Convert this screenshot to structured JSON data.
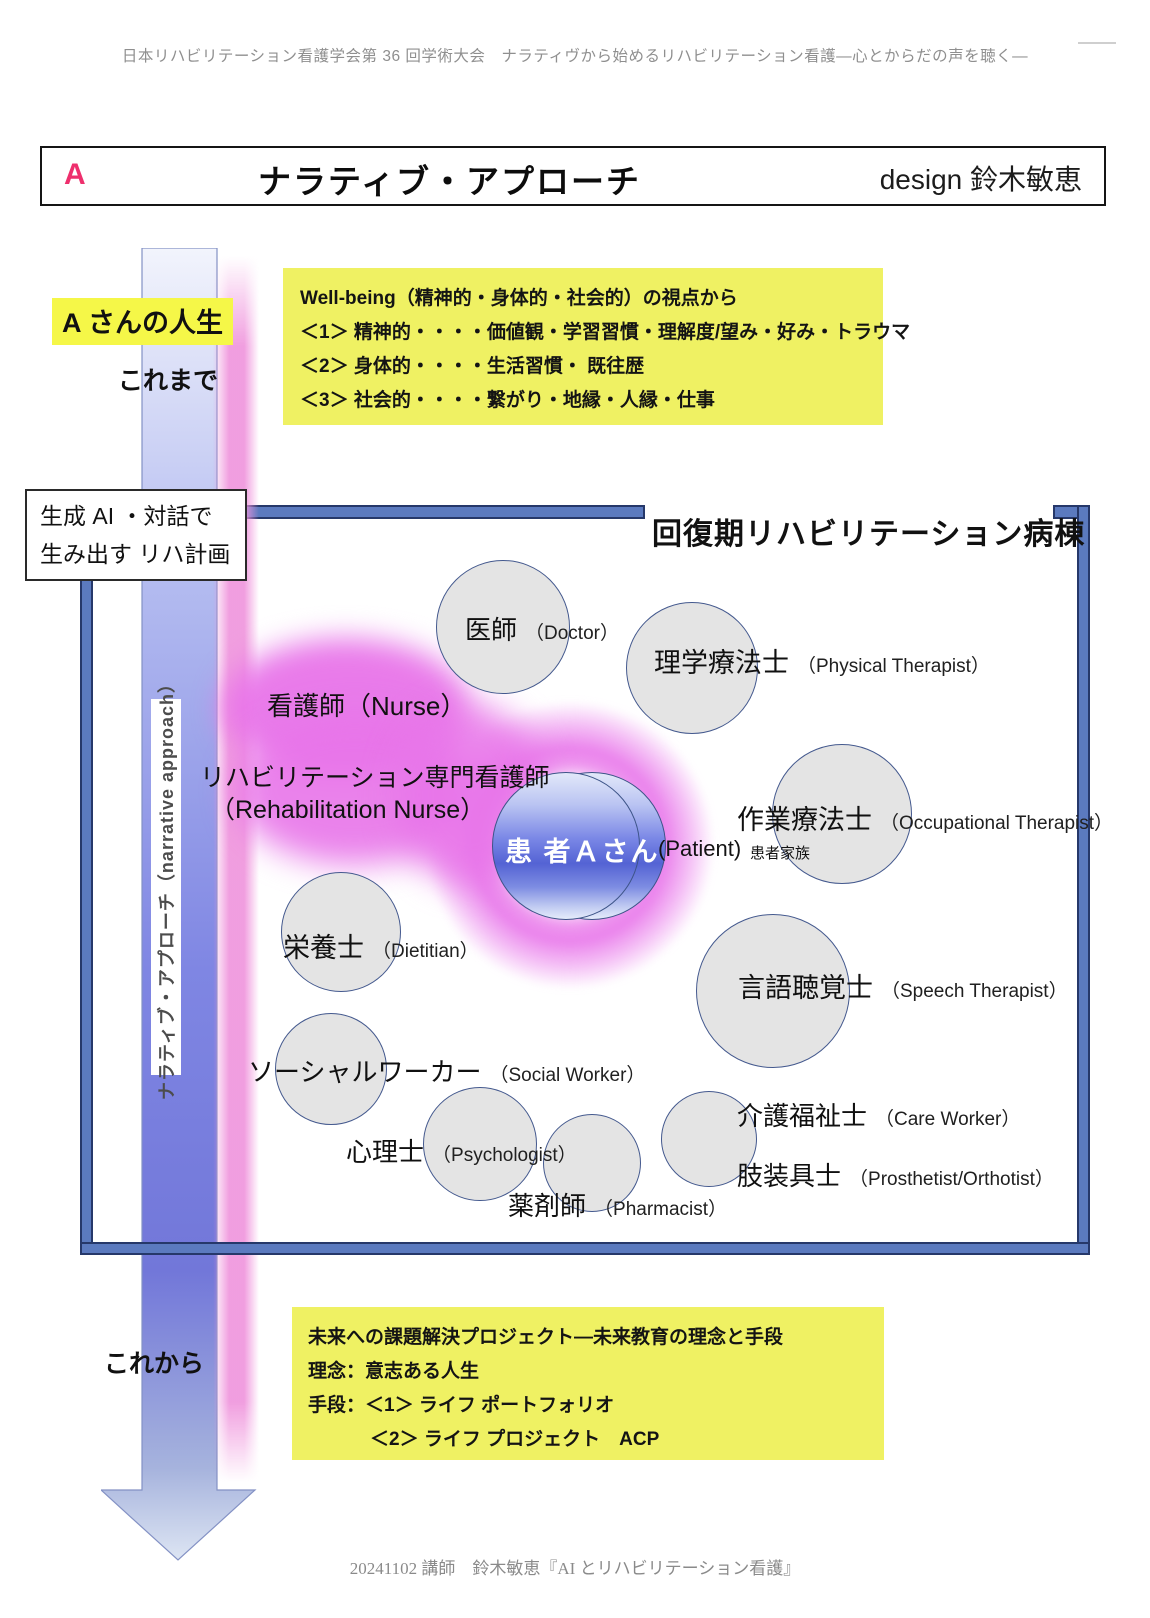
{
  "page": {
    "header_line": "日本リハビリテーション看護学会第 36 回学術大会　ナラティヴから始めるリハビリテーション看護―心とからだの声を聴く―",
    "footer_line": "20241102 講師　鈴木敏恵『AI とリハビリテーション看護』"
  },
  "title_bar": {
    "badge": "A",
    "title": "ナラティブ・アプローチ",
    "credit": "design  鈴木敏恵"
  },
  "timeline": {
    "life_label": "A さんの人生",
    "past_label": "これまで",
    "future_label": "これから",
    "arrow_label": "ナラティブ・アプローチ（narrative approach）"
  },
  "wellbeing_box": {
    "lines": [
      "Well-being（精神的・身体的・社会的）の視点から",
      "＜1＞ 精神的・・・・価値観・学習習慣・理解度/望み・好み・トラウマ",
      "＜2＞ 身体的・・・・生活習慣・ 既往歴",
      "＜3＞ 社会的・・・・繋がり・地縁・人縁・仕事"
    ]
  },
  "ai_plan_box": {
    "line1": "生成 AI ・対話で",
    "line2": "生み出す リハ計画"
  },
  "ward": {
    "title": "回復期リハビリテーション病棟"
  },
  "nurse_group": {
    "nurse": "看護師（Nurse）",
    "rehab_line1": "リハビリテーション専門看護師",
    "rehab_line2": "（Rehabilitation Nurse）"
  },
  "patient": {
    "name": "患 者Ａさん",
    "en": "(Patient)",
    "family": "患者家族"
  },
  "staff": [
    {
      "id": "doctor",
      "jp": "医師",
      "en": "（Doctor）"
    },
    {
      "id": "physical-therapist",
      "jp": "理学療法士",
      "en": "（Physical Therapist）"
    },
    {
      "id": "occupational-therapist",
      "jp": "作業療法士",
      "en": "（Occupational Therapist）"
    },
    {
      "id": "dietitian",
      "jp": "栄養士",
      "en": "（Dietitian）"
    },
    {
      "id": "speech-therapist",
      "jp": "言語聴覚士",
      "en": "（Speech Therapist）"
    },
    {
      "id": "social-worker",
      "jp": "ソーシャルワーカー",
      "en": "（Social Worker）"
    },
    {
      "id": "psychologist",
      "jp": "心理士",
      "en": "（Psychologist）"
    },
    {
      "id": "pharmacist",
      "jp": "薬剤師",
      "en": "（Pharmacist）"
    },
    {
      "id": "care-worker",
      "jp": "介護福祉士",
      "en": "（Care Worker）"
    },
    {
      "id": "prosthetist-orthotist",
      "jp": "肢装具士",
      "en": "（Prosthetist/Orthotist）"
    }
  ],
  "future_box": {
    "lines": [
      "未来への課題解決プロジェクト―未来教育の理念と手段",
      "理念：意志ある人生",
      "手段：＜1＞ ライフ ポートフォリオ",
      "＜2＞ ライフ プロジェクト　ACP"
    ]
  },
  "colors": {
    "accent_pink": "#ee2f6d",
    "highlight_yellow": "#f5f748",
    "note_yellow": "#eff163",
    "frame_blue": "#5b7abf",
    "arrow_blue": "#7f86e3",
    "blob_magenta": "#e874ea",
    "patient_blue": "#5463d4",
    "circle_gray": "#e4e4e4"
  }
}
